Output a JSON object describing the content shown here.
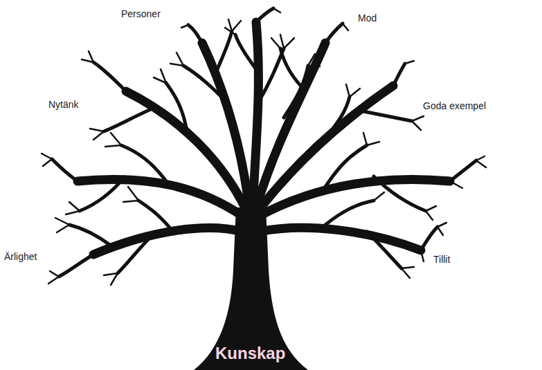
{
  "diagram": {
    "labels": [
      "Personer",
      "Mod",
      "Nytänk",
      "Goda exempel",
      "Ärlighet",
      "Tillit",
      "Kunskap"
    ]
  }
}
